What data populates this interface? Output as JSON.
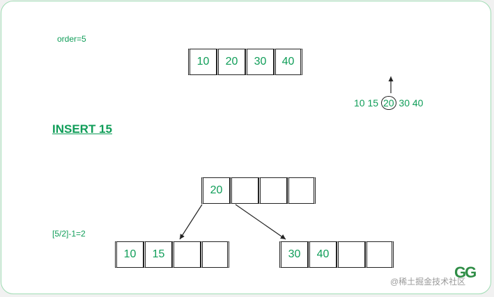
{
  "order_label": "order=5",
  "insert_label": "INSERT 15",
  "formula_label": "[5/2]-1=2",
  "sequence": {
    "before": "10 15",
    "median": "20",
    "after": "30 40"
  },
  "nodes": {
    "initial": [
      "10",
      "20",
      "30",
      "40",
      ""
    ],
    "root": [
      "20",
      "",
      "",
      ""
    ],
    "left_child": [
      "10",
      "15",
      "",
      ""
    ],
    "right_child": [
      "30",
      "40",
      "",
      ""
    ]
  },
  "logo_text": "GG",
  "watermark": "@稀土掘金技术社区",
  "colors": {
    "accent": "#0f9d58",
    "border": "#222222"
  }
}
